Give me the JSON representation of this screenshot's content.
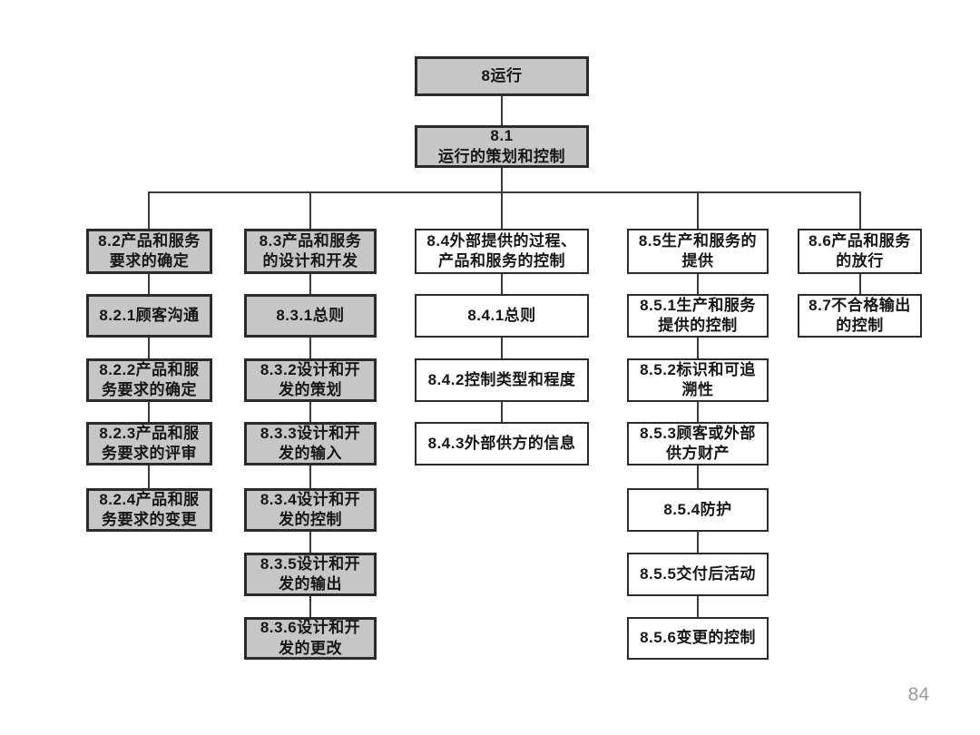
{
  "diagram": {
    "title_semantic": "ISO 9001 Clause 8 Operation structure chart",
    "root": {
      "label": "8运行"
    },
    "planning": {
      "label": "8.1\n运行的策划和控制"
    },
    "columns": [
      {
        "header": {
          "label": "8.2产品和服务\n要求的确定"
        },
        "children": [
          {
            "label": "8.2.1顾客沟通"
          },
          {
            "label": "8.2.2产品和服\n务要求的确定"
          },
          {
            "label": "8.2.3产品和服\n务要求的评审"
          },
          {
            "label": "8.2.4产品和服\n务要求的变更"
          }
        ]
      },
      {
        "header": {
          "label": "8.3产品和服务\n的设计和开发"
        },
        "children": [
          {
            "label": "8.3.1总则"
          },
          {
            "label": "8.3.2设计和开\n发的策划"
          },
          {
            "label": "8.3.3设计和开\n发的输入"
          },
          {
            "label": "8.3.4设计和开\n发的控制"
          },
          {
            "label": "8.3.5设计和开\n发的输出"
          },
          {
            "label": "8.3.6设计和开\n发的更改"
          }
        ]
      },
      {
        "header": {
          "label": "8.4外部提供的过程、\n产品和服务的控制"
        },
        "children": [
          {
            "label": "8.4.1总则"
          },
          {
            "label": "8.4.2控制类型和程度"
          },
          {
            "label": "8.4.3外部供方的信息"
          }
        ]
      },
      {
        "header": {
          "label": "8.5生产和服务的\n提供"
        },
        "children": [
          {
            "label": "8.5.1生产和服务\n提供的控制"
          },
          {
            "label": "8.5.2标识和可追\n溯性"
          },
          {
            "label": "8.5.3顾客或外部\n供方财产"
          },
          {
            "label": "8.5.4防护"
          },
          {
            "label": "8.5.5交付后活动"
          },
          {
            "label": "8.5.6变更的控制"
          }
        ]
      },
      {
        "header": {
          "label": "8.6产品和服务\n的放行"
        },
        "children": [
          {
            "label": "8.7不合格输出\n的控制"
          }
        ]
      }
    ]
  },
  "colors": {
    "gray_box_fill": "#c6c6c6",
    "white_box_fill": "#ffffff",
    "box_border": "#2b2b2b",
    "connector": "#3a3a3a",
    "page_number_text": "#9a9a9a"
  },
  "page_number": "84"
}
